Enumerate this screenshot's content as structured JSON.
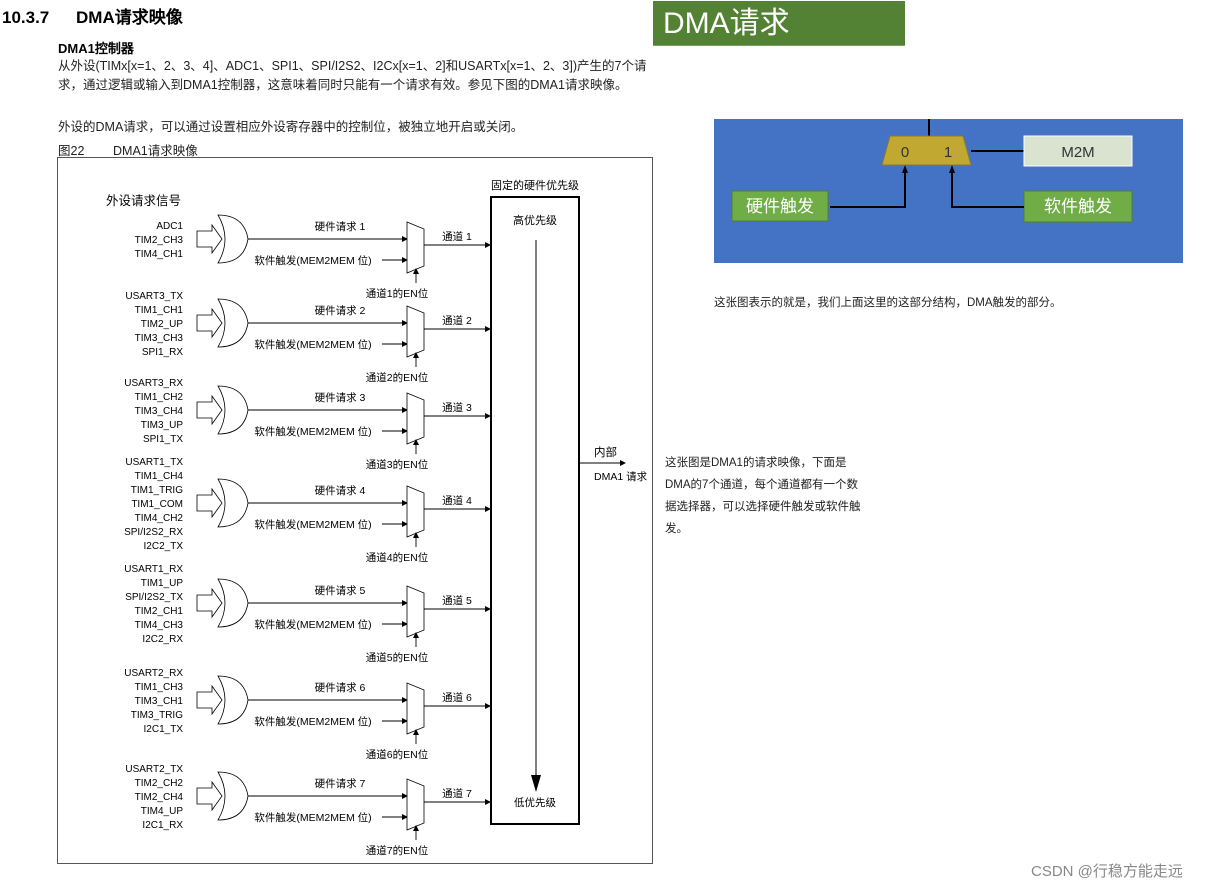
{
  "document": {
    "section_number": "10.3.7",
    "section_title": "DMA请求映像",
    "subsection_title": "DMA1控制器",
    "paragraph1": "从外设(TIMx[x=1、2、3、4]、ADC1、SPI1、SPI/I2S2、I2Cx[x=1、2]和USARTx[x=1、2、3])产生的7个请求，通过逻辑或输入到DMA1控制器，这意味着同时只能有一个请求有效。参见下图的DMA1请求映像。",
    "paragraph2": "外设的DMA请求，可以通过设置相应外设寄存器中的控制位，被独立地开启或关闭。",
    "figure_number": "图22",
    "figure_title": "DMA1请求映像"
  },
  "figure": {
    "peripheral_signals_label": "外设请求信号",
    "priority_title": "固定的硬件优先级",
    "high_priority": "高优先级",
    "low_priority": "低优先级",
    "internal_label": "内部",
    "dma1_request_label": "DMA1 请求",
    "channels": [
      {
        "inputs": [
          "ADC1",
          "TIM2_CH3",
          "TIM4_CH1"
        ],
        "hw_request": "硬件请求 1",
        "sw_trigger": "软件触发(MEM2MEM 位)",
        "channel_label": "通道 1",
        "en_bit": "通道1的EN位"
      },
      {
        "inputs": [
          "USART3_TX",
          "TIM1_CH1",
          "TIM2_UP",
          "TIM3_CH3",
          "SPI1_RX"
        ],
        "hw_request": "硬件请求 2",
        "sw_trigger": "软件触发(MEM2MEM 位)",
        "channel_label": "通道 2",
        "en_bit": "通道2的EN位"
      },
      {
        "inputs": [
          "USART3_RX",
          "TIM1_CH2",
          "TIM3_CH4",
          "TIM3_UP",
          "SPI1_TX"
        ],
        "hw_request": "硬件请求 3",
        "sw_trigger": "软件触发(MEM2MEM 位)",
        "channel_label": "通道 3",
        "en_bit": "通道3的EN位"
      },
      {
        "inputs": [
          "USART1_TX",
          "TIM1_CH4",
          "TIM1_TRIG",
          "TIM1_COM",
          "TIM4_CH2",
          "SPI/I2S2_RX",
          "I2C2_TX"
        ],
        "hw_request": "硬件请求 4",
        "sw_trigger": "软件触发(MEM2MEM 位)",
        "channel_label": "通道 4",
        "en_bit": "通道4的EN位"
      },
      {
        "inputs": [
          "USART1_RX",
          "TIM1_UP",
          "SPI/I2S2_TX",
          "TIM2_CH1",
          "TIM4_CH3",
          "I2C2_RX"
        ],
        "hw_request": "硬件请求 5",
        "sw_trigger": "软件触发(MEM2MEM 位)",
        "channel_label": "通道 5",
        "en_bit": "通道5的EN位"
      },
      {
        "inputs": [
          "USART2_RX",
          "TIM1_CH3",
          "TIM3_CH1",
          "TIM3_TRIG",
          "I2C1_TX"
        ],
        "hw_request": "硬件请求 6",
        "sw_trigger": "软件触发(MEM2MEM 位)",
        "channel_label": "通道 6",
        "en_bit": "通道6的EN位"
      },
      {
        "inputs": [
          "USART2_TX",
          "TIM2_CH2",
          "TIM2_CH4",
          "TIM4_UP",
          "I2C1_RX"
        ],
        "hw_request": "硬件请求 7",
        "sw_trigger": "软件触发(MEM2MEM 位)",
        "channel_label": "通道 7",
        "en_bit": "通道7的EN位"
      }
    ]
  },
  "slide": {
    "banner_title": "DMA请求",
    "mux_input0": "0",
    "mux_input1": "1",
    "m2m_label": "M2M",
    "hw_trigger_label": "硬件触发",
    "sw_trigger_label": "软件触发",
    "colors": {
      "banner": "#548235",
      "panel": "#4472c4",
      "mux": "#c0a831",
      "m2m": "#d9e3d0",
      "trigger": "#70ad47"
    }
  },
  "notes": {
    "note1": "这张图表示的就是，我们上面这里的这部分结构，DMA触发的部分。",
    "note2": "这张图是DMA1的请求映像，下面是DMA的7个通道，每个通道都有一个数据选择器，可以选择硬件触发或软件触发。"
  },
  "watermark": "CSDN @行稳方能走远"
}
